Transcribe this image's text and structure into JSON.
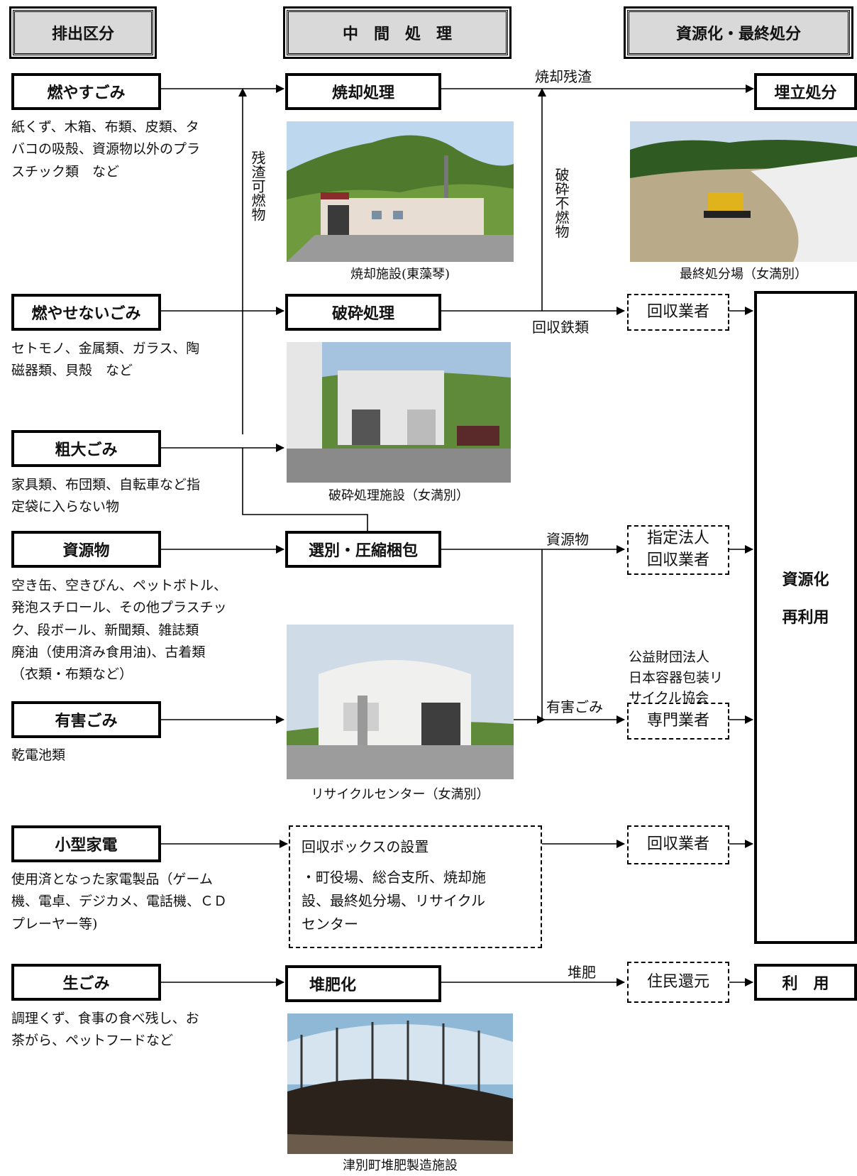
{
  "headers": {
    "discharge": "排出区分",
    "intermediate": "中　間　処　理",
    "final": "資源化・最終処分"
  },
  "categories": [
    {
      "id": "burnable",
      "label": "燃やすごみ",
      "desc": [
        "紙くず、木箱、布類、皮類、タ",
        "バコの吸殻、資源物以外のプラ",
        "スチック類　など"
      ]
    },
    {
      "id": "nonburnable",
      "label": "燃やせないごみ",
      "desc": [
        "セトモノ、金属類、ガラス、陶",
        "磁器類、貝殻　など"
      ]
    },
    {
      "id": "oversized",
      "label": "粗大ごみ",
      "desc": [
        "家具類、布団類、自転車など指",
        "定袋に入らない物"
      ]
    },
    {
      "id": "resources",
      "label": "資源物",
      "desc": [
        "空き缶、空きびん、ペットボトル、",
        "発泡スチロール、その他プラスチッ",
        "ク、段ボール、新聞類、雑誌類",
        "廃油（使用済み食用油)、古着類",
        "（衣類・布類など）"
      ]
    },
    {
      "id": "hazardous",
      "label": "有害ごみ",
      "desc": [
        "乾電池類"
      ]
    },
    {
      "id": "appliances",
      "label": "小型家電",
      "desc": [
        "使用済となった家電製品（ゲーム",
        "機、電卓、デジカメ、電話機、ＣＤ",
        "プレーヤー等)"
      ]
    },
    {
      "id": "food",
      "label": "生ごみ",
      "desc": [
        "調理くず、食事の食べ残し、お",
        "茶がら、ペットフードなど"
      ]
    }
  ],
  "processes": {
    "incineration": "焼却処理",
    "crushing": "破砕処理",
    "sorting": "選別・圧縮梱包",
    "composting": "堆肥化",
    "collection_box": {
      "title": "回収ボックスの設置",
      "lines": [
        "・町役場、総合支所、焼却施",
        "設、最終処分場、リサイクル",
        "センター"
      ]
    }
  },
  "outcomes": {
    "landfill": "埋立処分",
    "recovery_vendor_1": "回収業者",
    "designated_corp": [
      "指定法人",
      "回収業者"
    ],
    "specialist": "専門業者",
    "recovery_vendor_2": "回収業者",
    "resident_return": "住民還元",
    "recycle": [
      "資源化",
      "再利用"
    ],
    "use": "利　用"
  },
  "flow_labels": {
    "incineration_residue": "焼却残渣",
    "residual_combustible": "残渣可燃物",
    "crushed_incombustible": "破砕不燃物",
    "recovered_iron": "回収鉄類",
    "resources": "資源物",
    "hazardous": "有害ごみ",
    "compost": "堆肥",
    "jcpra": [
      "公益財団法人",
      "日本容器包装リ",
      "サイクル協会"
    ]
  },
  "photos": {
    "incinerator": "焼却施設(東藻琴)",
    "landfill_site": "最終処分場（女満別）",
    "crushing_facility": "破砕処理施設（女満別）",
    "recycle_center": "リサイクルセンター（女満別）",
    "compost_facility": "津別町堆肥製造施設"
  }
}
